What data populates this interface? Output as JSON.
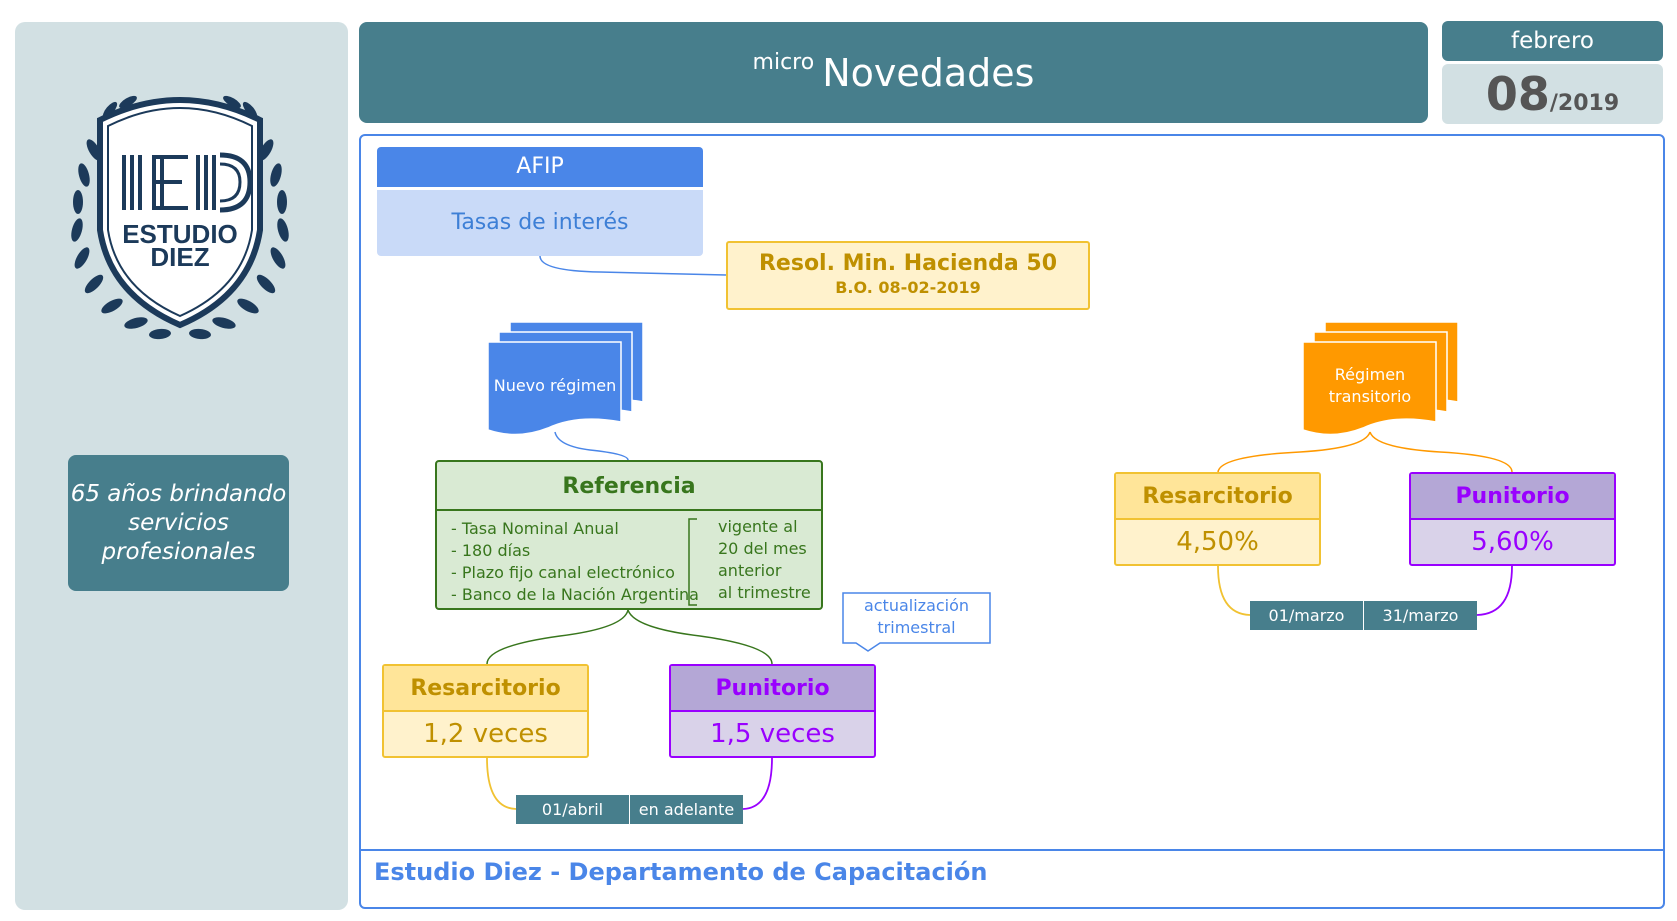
{
  "sidebar": {
    "logo_line1": "ESTUDIO",
    "logo_line2": "DIEZ",
    "slogan": "65 años brindando servicios profesionales"
  },
  "header": {
    "micro": "micro",
    "title": "Novedades",
    "month": "febrero",
    "day": "08",
    "year": "/2019"
  },
  "afip": {
    "title": "AFIP",
    "subtitle": "Tasas de interés"
  },
  "resolution": {
    "title": "Resol. Min. Hacienda 50",
    "subtitle": "B.O. 08-02-2019"
  },
  "nuevo_regimen": {
    "label": "Nuevo régimen",
    "referencia": {
      "title": "Referencia",
      "items": [
        "- Tasa Nominal Anual",
        "- 180 días",
        "- Plazo fijo canal electrónico",
        "- Banco de la Nación Argentina"
      ],
      "vigencia": [
        "vigente al",
        "20 del mes",
        "anterior",
        "al trimestre"
      ]
    },
    "resarcitorio": {
      "label": "Resarcitorio",
      "value": "1,2 veces"
    },
    "punitorio": {
      "label": "Punitorio",
      "value": "1,5 veces"
    },
    "period_start": "01/abril",
    "period_end": "en adelante",
    "update_note": [
      "actualización",
      "trimestral"
    ]
  },
  "regimen_transitorio": {
    "label_lines": [
      "Régimen",
      "transitorio"
    ],
    "resarcitorio": {
      "label": "Resarcitorio",
      "value": "4,50%"
    },
    "punitorio": {
      "label": "Punitorio",
      "value": "5,60%"
    },
    "period_start": "01/marzo",
    "period_end": "31/marzo"
  },
  "footer": {
    "text": "Estudio Diez - Departamento de Capacitación"
  },
  "colors": {
    "teal": "#477e8c",
    "sidebar_bg": "#d2e0e3",
    "blue": "#4a86e8",
    "light_blue": "#c9daf8",
    "yellow_border": "#f1c232",
    "yellow_text": "#bf9000",
    "green": "#38761d",
    "purple": "#9900ff",
    "orange": "#ff9900",
    "navy_logo": "#1c3a5a"
  },
  "icons": [
    "laurel-icon",
    "shield-icon",
    "document-stack-icon"
  ]
}
